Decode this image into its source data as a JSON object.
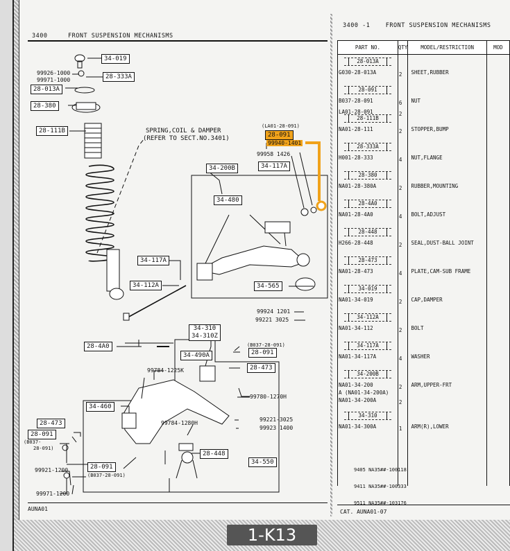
{
  "left_page": {
    "section": "3400",
    "title": "FRONT SUSPENSION MECHANISMS",
    "footer": "AUNA01",
    "spring_callout": "SPRING,COIL & DAMPER",
    "spring_ref": "(REFER TO SECT.NO.3401)",
    "labels": {
      "p34_019": "34-019",
      "p99926": "99926-1000",
      "p99971_top": "99971-1000",
      "p28_333A": "28-333A",
      "p28_013A": "28-013A",
      "p28_380": "28-380",
      "p28_111B": "28-111B",
      "la01": "(LA01-28-091)",
      "p28_091_hl": "28-091",
      "p99940": "99940-1401",
      "p99958": "99958 1426",
      "p34_117A_top": "34-117A",
      "p34_200B": "34-200B",
      "p34_480": "34-480",
      "p34_117A": "34-117A",
      "p34_112A": "34-112A",
      "p34_565": "34-565",
      "p99924": "99924 1201",
      "p99221a": "99221 3025",
      "p34_310": "34-310",
      "p34_310Z": "34-310Z",
      "p28_4A0": "28-4A0",
      "b037_top": "(B037-28-091)",
      "p28_091_r": "28-091",
      "p34_490A": "34-490A",
      "p28_473_r": "28-473",
      "p99784_a": "99784-1225K",
      "p99780": "99780-1270H",
      "p34_460": "34-460",
      "p28_473_l": "28-473",
      "p28_091_l": "28-091",
      "b037_l1": "(B037-",
      "b037_l2": "28-091)",
      "p99784_b": "99784-1280H",
      "p99221b": "99221-3025",
      "p99923": "99923 1400",
      "p28_448": "28-448",
      "p34_550": "34-550",
      "p99921": "99921-1200",
      "p28_091_b": "28-091",
      "b037_b": "(B037-28-091)",
      "p99971_bot": "99971-1200"
    }
  },
  "right_page": {
    "header": "3400 -1    FRONT SUSPENSION MECHANISMS",
    "columns": [
      "PART NO.",
      "QTY",
      "MODEL/RESTRICTION",
      "MOD"
    ],
    "rows": [
      {
        "ref": "28-013A",
        "lines": [
          {
            "pn": "G030-28-013A",
            "qty": "2"
          }
        ],
        "desc": "SHEET,RUBBER"
      },
      {
        "ref": "28-091",
        "lines": [
          {
            "pn": "B037-28-091",
            "qty": "6"
          },
          {
            "pn": "LA01-28-091",
            "qty": "2"
          }
        ],
        "desc": "NUT"
      },
      {
        "ref": "28-111B",
        "lines": [
          {
            "pn": "NA01-28-111",
            "qty": "2"
          }
        ],
        "desc": "STOPPER,BUMP"
      },
      {
        "ref": "28-333A",
        "lines": [
          {
            "pn": "H001-28-333",
            "qty": "4"
          }
        ],
        "desc": "NUT,FLANGE"
      },
      {
        "ref": "28-380",
        "lines": [
          {
            "pn": "NA01-28-380A",
            "qty": "2"
          }
        ],
        "desc": "RUBBER,MOUNTING"
      },
      {
        "ref": "28-4A0",
        "lines": [
          {
            "pn": "NA01-28-4A0",
            "qty": "4"
          }
        ],
        "desc": "BOLT,ADJUST"
      },
      {
        "ref": "28-448",
        "lines": [
          {
            "pn": "H266-28-448",
            "qty": "2"
          }
        ],
        "desc": "SEAL,DUST-BALL JOINT"
      },
      {
        "ref": "28-473",
        "lines": [
          {
            "pn": "NA01-28-473",
            "qty": "4"
          }
        ],
        "desc": "PLATE,CAM-SUB FRAME"
      },
      {
        "ref": "34-019",
        "lines": [
          {
            "pn": "NA01-34-019",
            "qty": "2"
          }
        ],
        "desc": "CAP,DAMPER"
      },
      {
        "ref": "34-112A",
        "lines": [
          {
            "pn": "NA01-34-112",
            "qty": "2"
          }
        ],
        "desc": "BOLT"
      },
      {
        "ref": "34-117A",
        "lines": [
          {
            "pn": "NA01-34-117A",
            "qty": "4"
          }
        ],
        "desc": "WASHER"
      },
      {
        "ref": "34-200B",
        "lines": [
          {
            "pn": "NA01-34-200",
            "qty": "2"
          },
          {
            "pn": "A (NA01-34-200A)",
            "qty": ""
          },
          {
            "pn": "NA01-34-200A",
            "qty": "2"
          }
        ],
        "desc": "ARM,UPPER-FRT"
      },
      {
        "ref": "34-310",
        "lines": [
          {
            "pn": "NA01-34-300A",
            "qty": "1"
          }
        ],
        "desc": "ARM(R),LOWER"
      }
    ],
    "serials": [
      "9405 NA35##-100118",
      "9411 NA35##-100333",
      "9511 NA35##-103176"
    ],
    "footer": "CAT. AUNA01-07"
  },
  "page_tag": "1-K13",
  "colors": {
    "highlight": "#f0a21a",
    "ink": "#111111",
    "tag_bg": "#555555"
  }
}
